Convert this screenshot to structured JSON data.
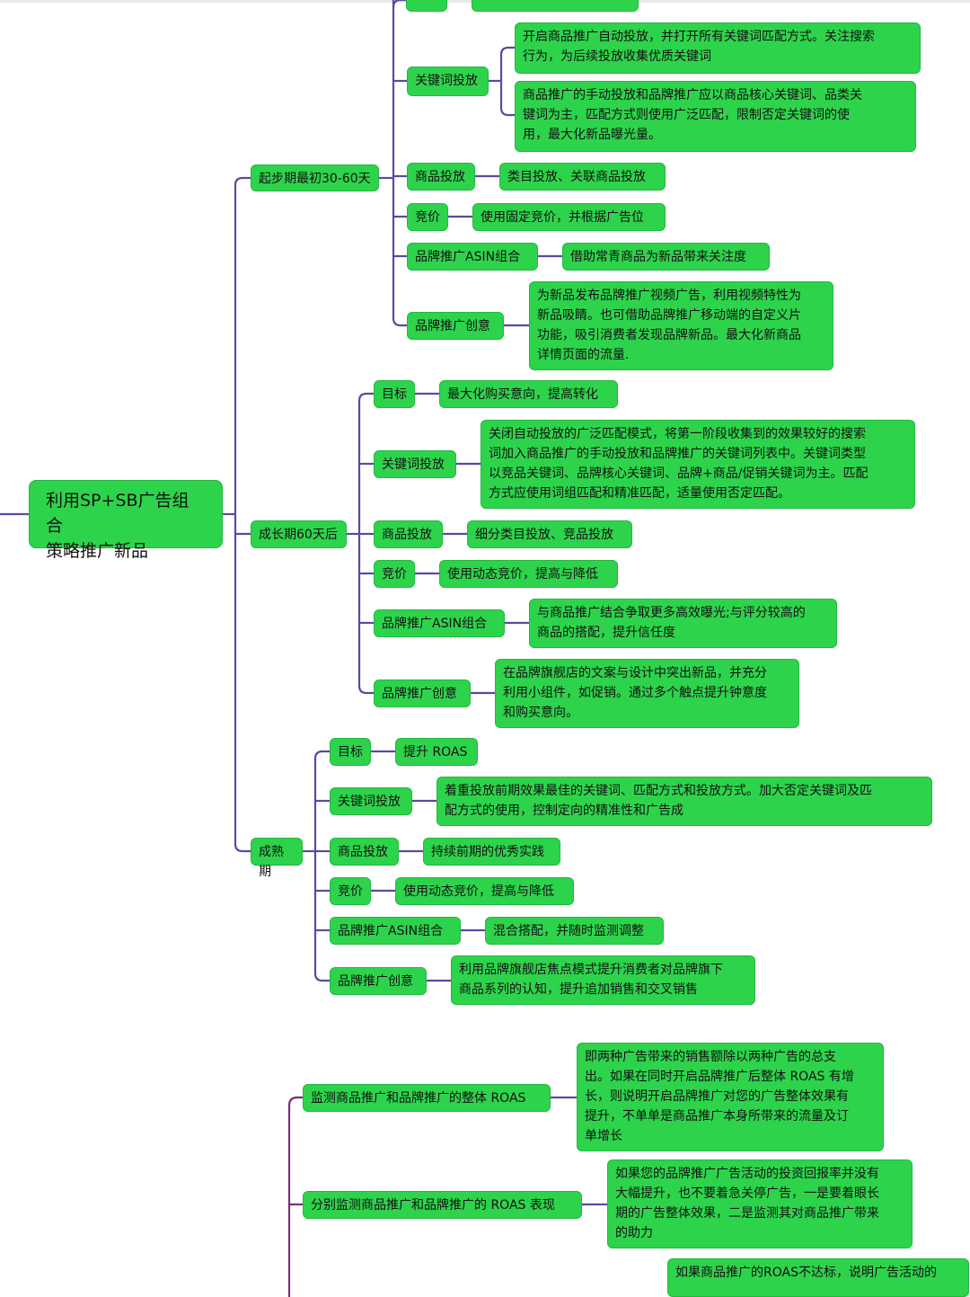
{
  "colors": {
    "node_fill": "#2ed34c",
    "line_main": "#5a4aa2",
    "line_second": "#7a2f7a"
  },
  "root": "利用SP+SB广告组合\n策略推广新品",
  "stage1": {
    "label": "起步期最初30-60天",
    "kw_label": "关键词投放",
    "kw_text1": "开启商品推广自动投放，并打开所有关键词匹配方式。关注搜索\n行为，为后续投放收集优质关键词",
    "kw_text2": "商品推广的手动投放和品牌推广应以商品核心关键词、品类关\n键词为主，匹配方式则使用广泛匹配，限制否定关键词的使\n用，最大化新品曝光量。",
    "prod_label": "商品投放",
    "prod_text": "类目投放、关联商品投放",
    "bid_label": "竞价",
    "bid_text": "使用固定竞价，并根据广告位",
    "asin_label": "品牌推广ASIN组合",
    "asin_text": "借助常青商品为新品带来关注度",
    "creative_label": "品牌推广创意",
    "creative_text": "为新品发布品牌推广视频广告，利用视频特性为\n新品吸睛。也可借助品牌推广移动端的自定义片\n功能，吸引消费者发现品牌新品。最大化新商品\n详情页面的流量."
  },
  "stage2": {
    "label": "成长期60天后",
    "goal_label": "目标",
    "goal_text": "最大化购买意向，提高转化",
    "kw_label": "关键词投放",
    "kw_text": "关闭自动投放的广泛匹配模式，将第一阶段收集到的效果较好的搜索\n词加入商品推广的手动投放和品牌推广的关键词列表中。关键词类型\n以竞品关键词、品牌核心关键词、品牌+商品/促销关键词为主。匹配\n方式应使用词组匹配和精准匹配，适量使用否定匹配。",
    "prod_label": "商品投放",
    "prod_text": "细分类目投放、竞品投放",
    "bid_label": "竞价",
    "bid_text": "使用动态竞价，提高与降低",
    "asin_label": "品牌推广ASIN组合",
    "asin_text": "与商品推广结合争取更多高效曝光;与评分较高的\n商品的搭配，提升信任度",
    "creative_label": "品牌推广创意",
    "creative_text": "在品牌旗舰店的文案与设计中突出新品，并充分\n利用小组件，如促销。通过多个触点提升钟意度\n和购买意向。"
  },
  "stage3": {
    "label": "成熟期",
    "goal_label": "目标",
    "goal_text": "提升 ROAS",
    "kw_label": "关键词投放",
    "kw_text": "着重投放前期效果最佳的关键词、匹配方式和投放方式。加大否定关键词及匹\n配方式的使用，控制定向的精准性和广告成",
    "prod_label": "商品投放",
    "prod_text": "持续前期的优秀实践",
    "bid_label": "竞价",
    "bid_text": "使用动态竞价，提高与降低",
    "asin_label": "品牌推广ASIN组合",
    "asin_text": "混合搭配，并随时监测调整",
    "creative_label": "品牌推广创意",
    "creative_text": "利用品牌旗舰店焦点模式提升消费者对品牌旗下\n商品系列的认知，提升追加销售和交叉销售"
  },
  "monitor": {
    "m1_label": "监测商品推广和品牌推广的整体 ROAS",
    "m1_text": "即两种广告带来的销售额除以两种广告的总支\n出。如果在同时开启品牌推广后整体 ROAS 有增\n长，则说明开启品牌推广对您的广告整体效果有\n提升，不单单是商品推广本身所带来的流量及订\n单增长",
    "m2_label": "分别监测商品推广和品牌推广的 ROAS 表现",
    "m2_text": "如果您的品牌推广广告活动的投资回报率并没有\n大幅提升，也不要着急关停广告，一是要着眼长\n期的广告整体效果，二是监测其对商品推广带来\n的助力",
    "m3_text": "如果商品推广的ROAS不达标，说明广告活动的"
  }
}
